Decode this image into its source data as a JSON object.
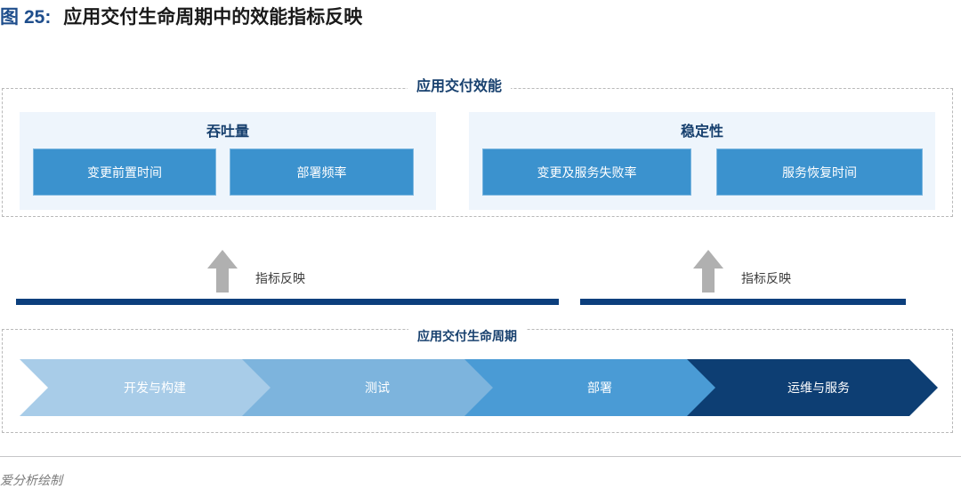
{
  "figure": {
    "label_prefix": "图",
    "number": "25:",
    "title": "应用交付生命周期中的效能指标反映",
    "full_title": "图 25: 应用交付生命周期中的效能指标反映",
    "source_note": "爱分析绘制"
  },
  "colors": {
    "title_blue": "#1f4e8c",
    "heading_navy": "#17406e",
    "metric_blue": "#3b92ce",
    "panel_bg": "#eef5fc",
    "rule_navy": "#0c3f7d",
    "arrow_gray": "#b0b0b0",
    "dashed_border": "#b9b9b9"
  },
  "top_section": {
    "caption": "应用交付效能",
    "panels": [
      {
        "title": "吞吐量",
        "metrics": [
          {
            "label": "变更前置时间"
          },
          {
            "label": "部署频率"
          }
        ]
      },
      {
        "title": "稳定性",
        "metrics": [
          {
            "label": "变更及服务失败率"
          },
          {
            "label": "服务恢复时间"
          }
        ]
      }
    ]
  },
  "feedback": [
    {
      "icon": "up-arrow-icon",
      "label": "指标反映"
    },
    {
      "icon": "up-arrow-icon",
      "label": "指标反映"
    }
  ],
  "bottom_section": {
    "caption": "应用交付生命周期",
    "stages": [
      {
        "label": "开发与构建",
        "color": "#a8cce8"
      },
      {
        "label": "测试",
        "color": "#7db4dd"
      },
      {
        "label": "部署",
        "color": "#4a9bd5"
      },
      {
        "label": "运维与服务",
        "color": "#0d3e73"
      }
    ]
  },
  "chart_data": {
    "type": "diagram",
    "title": "应用交付生命周期中的效能指标反映",
    "groups": [
      {
        "name": "应用交付效能",
        "children": [
          "吞吐量",
          "稳定性"
        ]
      },
      {
        "name": "吞吐量",
        "children": [
          "变更前置时间",
          "部署频率"
        ]
      },
      {
        "name": "稳定性",
        "children": [
          "变更及服务失败率",
          "服务恢复时间"
        ]
      },
      {
        "name": "应用交付生命周期",
        "children": [
          "开发与构建",
          "测试",
          "部署",
          "运维与服务"
        ]
      }
    ],
    "relations": [
      {
        "from": "开发与构建/测试",
        "to": "吞吐量",
        "label": "指标反映"
      },
      {
        "from": "部署/运维与服务",
        "to": "稳定性",
        "label": "指标反映"
      }
    ]
  }
}
